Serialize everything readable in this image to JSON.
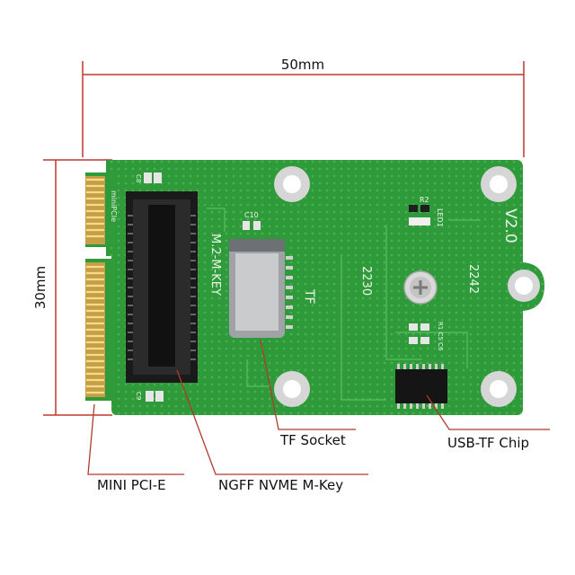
{
  "dimensions": {
    "width_label": "50mm",
    "height_label": "30mm"
  },
  "board": {
    "silk_minipcie": "miniPCIe",
    "silk_m2": "M.2-M-KEY",
    "silk_c10": "C10",
    "silk_tf": "TF",
    "silk_2230": "2230",
    "silk_2242": "2242",
    "silk_version": "V2.0",
    "silk_r2": "R2",
    "silk_led1": "LED1",
    "silk_r1c5c6": "R1 C5 C6",
    "silk_c8": "C8",
    "silk_c9": "C9"
  },
  "callouts": {
    "tf_socket": "TF Socket",
    "usb_tf_chip": "USB-TF Chip",
    "mini_pcie": "MINI PCI-E",
    "ngff": "NGFF NVME M-Key"
  },
  "colors": {
    "pcb": "#2f9a3a",
    "pcb_dark": "#237a2c",
    "gold": "#d8b25a",
    "dim_line": "#c0392b"
  }
}
